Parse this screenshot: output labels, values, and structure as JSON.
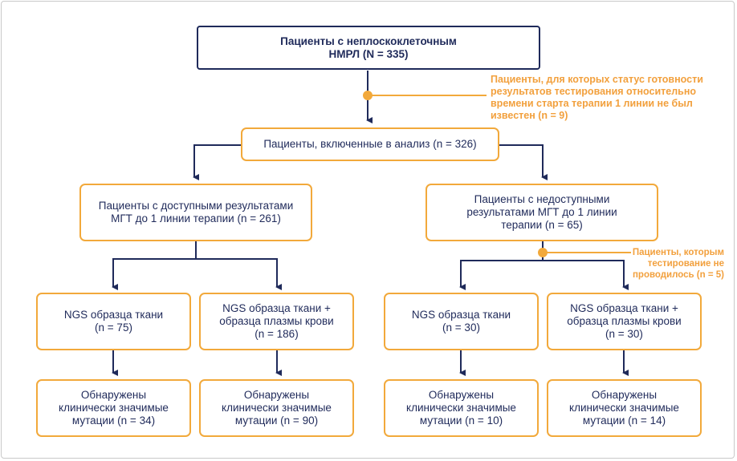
{
  "colors": {
    "navy": "#1f2a5a",
    "orange": "#f2a93b"
  },
  "top": {
    "label": "Пациенты с неплоскоклеточным\nНМРЛ (N = 335)"
  },
  "note_unknown_status": "Пациенты, для которых статус готовности\nрезультатов тестирования относительно\nвремени старта терапии 1 линии не был\nизвестен (n = 9)",
  "included": {
    "label": "Пациенты, включенные в анализ (n = 326)"
  },
  "available": {
    "label": "Пациенты с доступными результатами\nМГТ до 1 линии терапии (n = 261)"
  },
  "unavailable": {
    "label": "Пациенты с недоступными\nрезультатами МГТ до 1 линии\nтерапии (n = 65)"
  },
  "note_not_tested": "Пациенты, которым\nтестирование не\nпроводилось (n = 5)",
  "tests": [
    {
      "label": "NGS образца ткани\n(n = 75)"
    },
    {
      "label": "NGS образца ткани +\nобразца плазмы крови\n(n = 186)"
    },
    {
      "label": "NGS образца ткани\n(n = 30)"
    },
    {
      "label": "NGS образца ткани +\nобразца плазмы крови\n(n = 30)"
    }
  ],
  "results": [
    {
      "label": "Обнаружены\nклинически значимые\nмутации (n = 34)"
    },
    {
      "label": "Обнаружены\nклинически значимые\nмутации (n = 90)"
    },
    {
      "label": "Обнаружены\nклинически значимые\nмутации (n = 10)"
    },
    {
      "label": "Обнаружены\nклинически значимые\nмутации (n = 14)"
    }
  ]
}
